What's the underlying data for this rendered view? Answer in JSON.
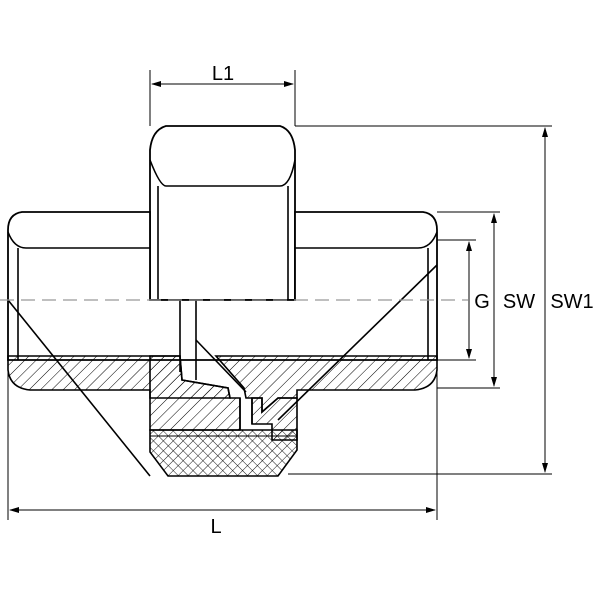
{
  "drawing": {
    "labels": {
      "l1": "L1",
      "l": "L",
      "g": "G",
      "sw": "SW",
      "sw1": "SW1"
    },
    "colors": {
      "line": "#000000",
      "centerline": "#999999",
      "background": "#ffffff"
    }
  }
}
